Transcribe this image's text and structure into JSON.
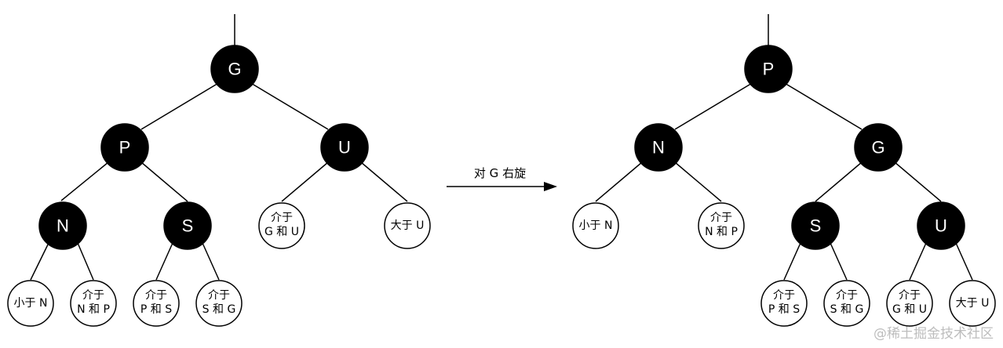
{
  "arrow_label": "对 G 右旋",
  "watermark": "@稀土掘金技术社区",
  "before_tree": {
    "root": "G",
    "level1": [
      "P",
      "U"
    ],
    "level2": [
      "N",
      "S"
    ],
    "u_left_child": [
      "介于",
      "G 和 U"
    ],
    "u_right_child": "大于 U",
    "leaves": [
      [
        "小于 N"
      ],
      [
        "介于",
        "N 和 P"
      ],
      [
        "介于",
        "P 和 S"
      ],
      [
        "介于",
        "S 和 G"
      ]
    ]
  },
  "after_tree": {
    "root": "P",
    "level1": [
      "N",
      "G"
    ],
    "n_children": [
      [
        "小于 N"
      ],
      [
        "介于",
        "N 和 P"
      ]
    ],
    "level2": [
      "S",
      "U"
    ],
    "leaves": [
      [
        "介于",
        "P 和 S"
      ],
      [
        "介于",
        "S 和 G"
      ],
      [
        "介于",
        "G 和 U"
      ],
      [
        "大于 U"
      ]
    ]
  }
}
